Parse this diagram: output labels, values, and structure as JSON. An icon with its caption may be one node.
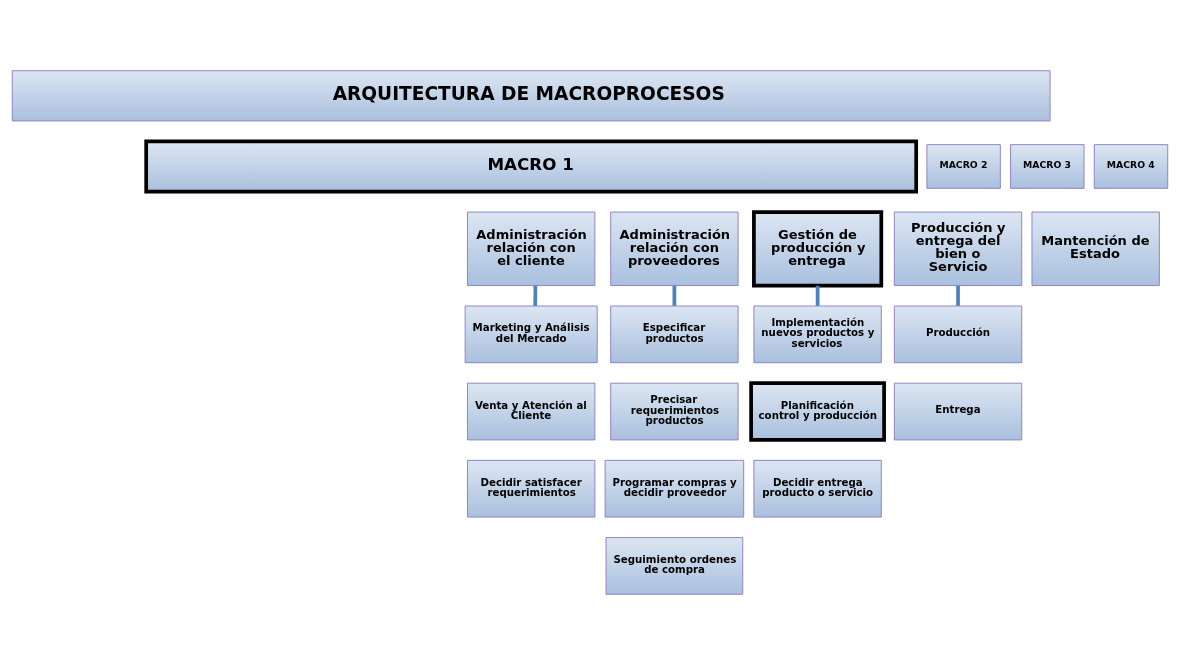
{
  "diagram": {
    "nodes": [
      {
        "text": [
          "ARQUITECTURA DE MACROPROCESOS"
        ]
      },
      {
        "text": [
          "MACRO 1"
        ]
      },
      {
        "text": [
          "MACRO 2"
        ]
      },
      {
        "text": [
          "MACRO 3"
        ]
      },
      {
        "text": [
          "MACRO 4"
        ]
      },
      {
        "text": [
          "Administración relación con el cliente"
        ]
      },
      {
        "text": [
          "Administración relación con proveedores"
        ]
      },
      {
        "text": [
          "Gestión de producción y entrega"
        ]
      },
      {
        "text": [
          "Producción y entrega del bien o Servicio"
        ]
      },
      {
        "text": [
          "Mantención de Estado"
        ]
      },
      {
        "text": [
          "Marketing y Análisis del Mercado"
        ]
      },
      {
        "text": [
          "Especificar productos"
        ]
      },
      {
        "text": [
          "Implementación nuevos productos y servicios"
        ]
      },
      {
        "text": [
          "Producción"
        ]
      },
      {
        "text": [
          "Venta y Atención al Cliente"
        ]
      },
      {
        "text": [
          "Precisar requerimientos productos"
        ]
      },
      {
        "text": [
          "Planificación control y producción"
        ]
      },
      {
        "text": [
          "Entrega"
        ]
      },
      {
        "text": [
          "Decidir satisfacer requerimientos"
        ]
      },
      {
        "text": [
          "Programar compras y decidir proveedor"
        ]
      },
      {
        "text": [
          "Decidir entrega producto o servicio"
        ]
      },
      {
        "text": [
          "Seguimiento ordenes de compra"
        ]
      }
    ],
    "edges": [
      {
        "from": 5,
        "to": 10,
        "arrow": "none"
      },
      {
        "from": 6,
        "to": 11,
        "arrow": "none"
      },
      {
        "from": 7,
        "to": 12,
        "arrow": "none"
      },
      {
        "from": 8,
        "to": 13,
        "arrow": "none"
      }
    ]
  }
}
